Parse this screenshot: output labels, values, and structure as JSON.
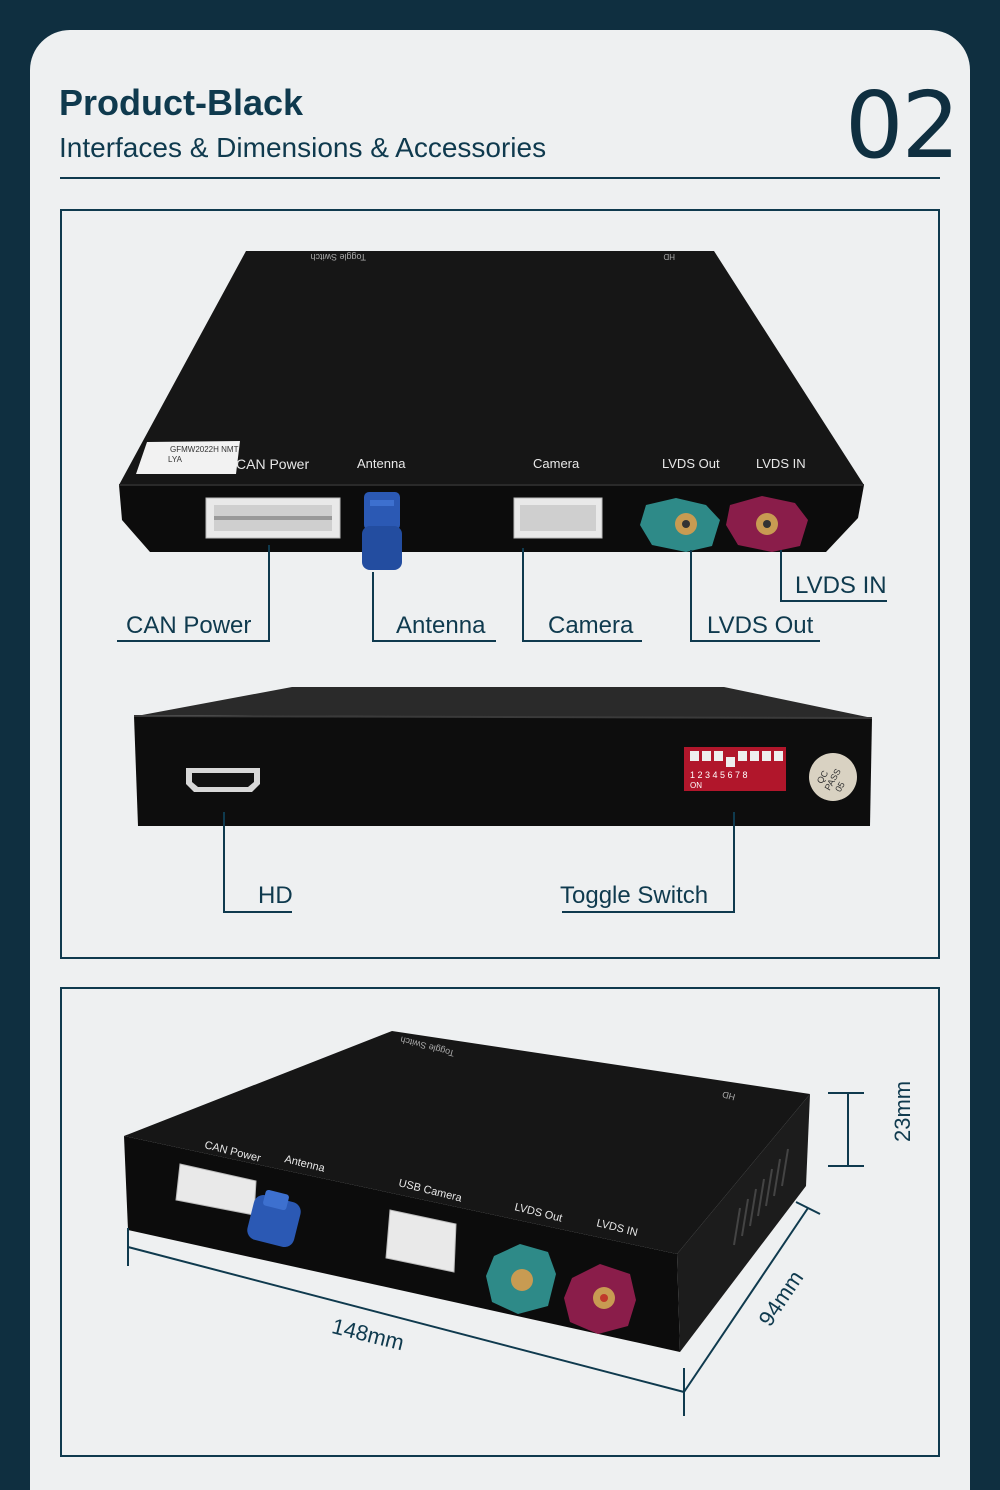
{
  "header": {
    "title": "Product-Black",
    "subtitle": "Interfaces & Dimensions & Accessories",
    "number": "02"
  },
  "top_view": {
    "device_labels": {
      "toggle_switch": "Toggle Switch",
      "hd": "HD",
      "can_power": "CAN Power",
      "antenna": "Antenna",
      "camera": "Camera",
      "lvds_out": "LVDS Out",
      "lvds_in": "LVDS IN"
    },
    "sticker_line1": "GFMW2022H NMT",
    "sticker_line2": "LYA",
    "callouts": {
      "can_power": "CAN Power",
      "antenna": "Antenna",
      "camera": "Camera",
      "lvds_out": "LVDS Out",
      "lvds_in": "LVDS IN"
    }
  },
  "side_view": {
    "dip_numbers": "1 2 3 4 5 6 7 8",
    "dip_on": "ON",
    "qc_line1": "QC",
    "qc_line2": "PASS",
    "qc_line3": "05",
    "callouts": {
      "hd": "HD",
      "toggle_switch": "Toggle Switch"
    }
  },
  "dimension_view": {
    "device_labels": {
      "toggle_switch": "Toggle Switch",
      "hd": "HD",
      "can_power": "CAN Power",
      "antenna": "Antenna",
      "usb_camera": "USB Camera",
      "lvds_out": "LVDS Out",
      "lvds_in": "LVDS IN"
    },
    "length": "148mm",
    "width": "94mm",
    "height": "23mm"
  },
  "colors": {
    "background": "#0f2f40",
    "card": "#eef0f1",
    "accent": "#0f3a4e",
    "connector_teal": "#2e8a88",
    "connector_magenta": "#8a1d4a",
    "connector_blue": "#2b59b4"
  }
}
